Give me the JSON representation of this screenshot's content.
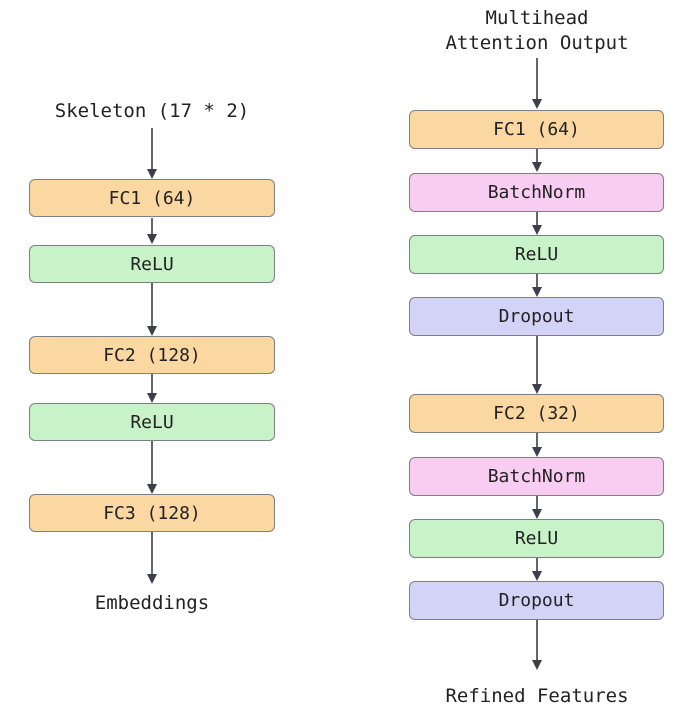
{
  "left": {
    "input": "Skeleton (17 * 2)",
    "layers": [
      "FC1 (64)",
      "ReLU",
      "FC2 (128)",
      "ReLU",
      "FC3 (128)"
    ],
    "output": "Embeddings"
  },
  "right": {
    "input": "Multihead\nAttention Output",
    "layers": [
      "FC1 (64)",
      "BatchNorm",
      "ReLU",
      "Dropout",
      "FC2 (32)",
      "BatchNorm",
      "ReLU",
      "Dropout"
    ],
    "output": "Refined Features"
  },
  "colors": {
    "fc": "#fbd7a2",
    "relu": "#c8f2c8",
    "batchnorm": "#f9ccf2",
    "dropout": "#d3d3f8",
    "border": "#7f7f7f",
    "arrow": "#3d3f4a"
  }
}
